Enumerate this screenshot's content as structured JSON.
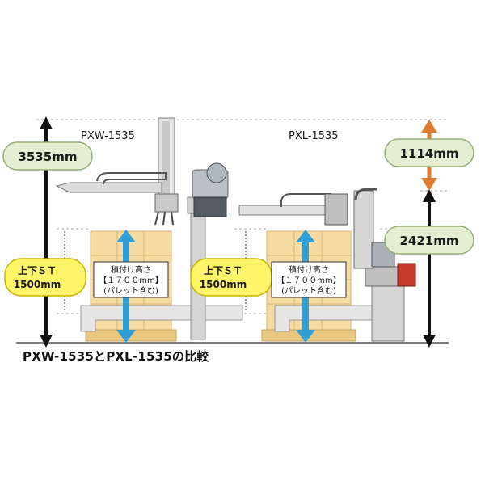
{
  "labels": {
    "left_model": "PXW-1535",
    "right_model": "PXL-1535"
  },
  "dimensions": {
    "left_total": "3535mm",
    "right_upper": "1114mm",
    "right_lower": "2421mm"
  },
  "stroke_notes": {
    "left_line1": "上下ＳＴ",
    "left_line2": "1500mm",
    "right_line1": "上下ＳＴ",
    "right_line2": "1500mm"
  },
  "stack_notes": {
    "left_line1": "積付け高さ",
    "left_line2": "【１７００mm】",
    "left_line3": "(パレット含む)",
    "right_line1": "積付け高さ",
    "right_line2": "【１７００mm】",
    "right_line3": "(パレット含む)"
  },
  "caption": "PXW-1535とPXL-1535の比較",
  "colors": {
    "pill_green": "#e4eed3",
    "pill_green_border": "#93ae76",
    "pill_yellow": "#fff568",
    "pill_yellow_border": "#c9b300",
    "arrow_blue": "#2f9fd6",
    "arrow_orange": "#e07a2e",
    "arrow_black": "#111111",
    "box_tan": "#f6dba2",
    "box_line": "#d9b471"
  }
}
